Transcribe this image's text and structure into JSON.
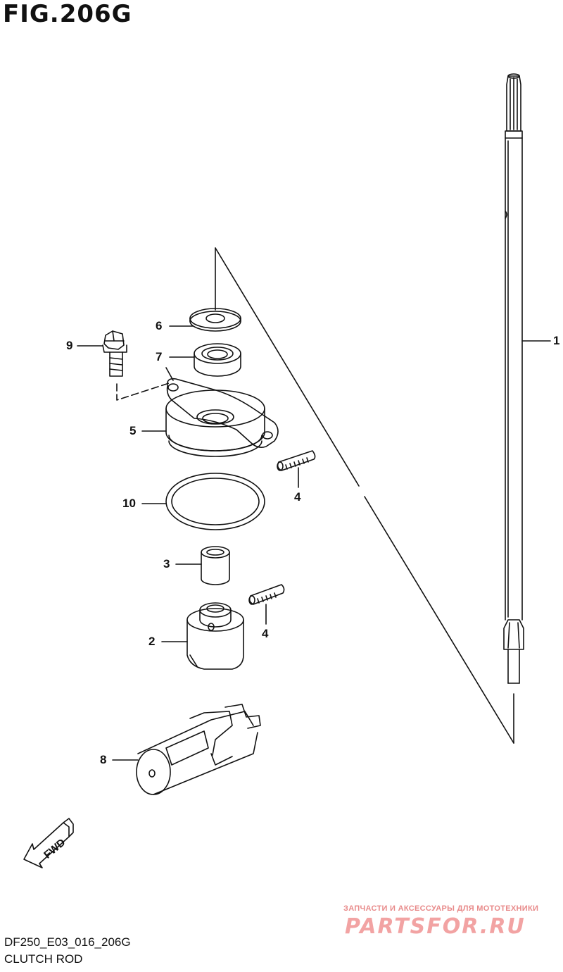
{
  "figure": {
    "title": "FIG.206G",
    "model_code": "DF250_E03_016_206G",
    "section_name": "CLUTCH ROD"
  },
  "callouts": [
    {
      "id": "1",
      "label": "1",
      "part": "clutch-rod"
    },
    {
      "id": "2",
      "label": "2",
      "part": "clutch-shifter"
    },
    {
      "id": "3",
      "label": "3",
      "part": "bushing"
    },
    {
      "id": "4a",
      "label": "4",
      "part": "spring-pin-upper"
    },
    {
      "id": "4b",
      "label": "4",
      "part": "spring-pin-lower"
    },
    {
      "id": "5",
      "label": "5",
      "part": "rod-guide"
    },
    {
      "id": "6",
      "label": "6",
      "part": "washer"
    },
    {
      "id": "7",
      "label": "7",
      "part": "oil-seal"
    },
    {
      "id": "8",
      "label": "8",
      "part": "clutch-link"
    },
    {
      "id": "9",
      "label": "9",
      "part": "bolt"
    },
    {
      "id": "10",
      "label": "10",
      "part": "o-ring"
    }
  ],
  "direction_marker": {
    "label": "FWD",
    "icon": "fwd-arrow-icon"
  },
  "watermark": {
    "caption": "ЗАПЧАСТИ И АКСЕССУАРЫ ДЛЯ МОТОТЕХНИКИ",
    "logo_text": "PARTSFOR.RU"
  },
  "colors": {
    "line": "#111111",
    "watermark": "#f2a3a3"
  }
}
